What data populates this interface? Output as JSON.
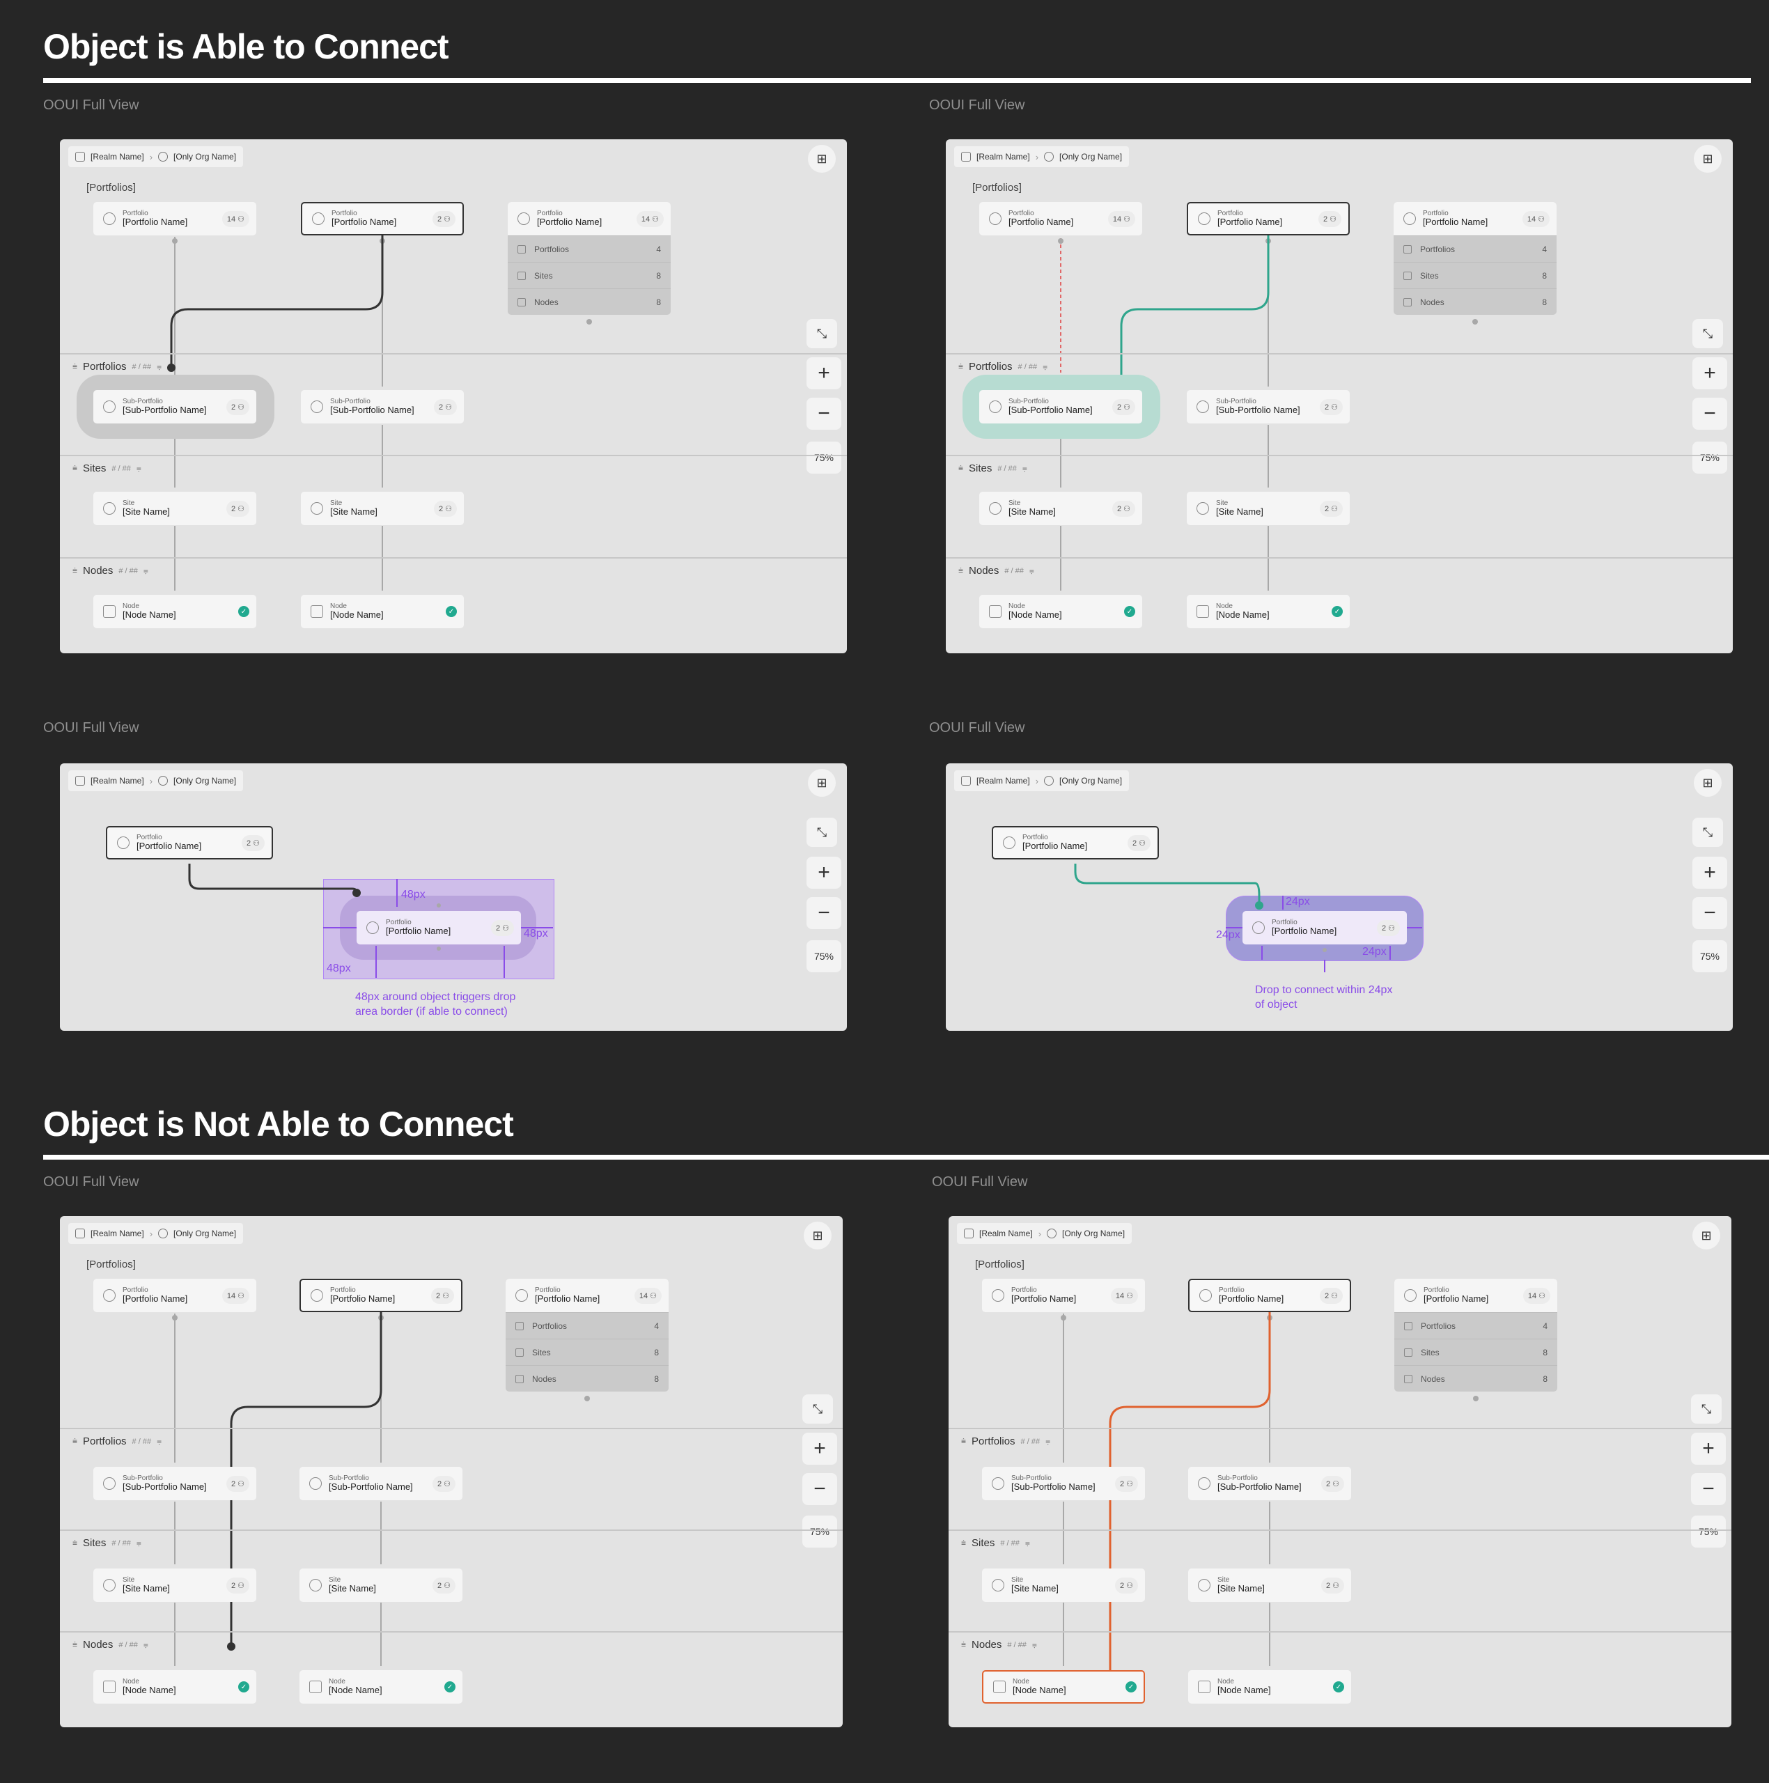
{
  "sections": {
    "able": "Object is Able to Connect",
    "notable": "Object is Not Able to Connect"
  },
  "view_label": "OOUI Full View",
  "breadcrumb": {
    "realm": "[Realm Name]",
    "org": "[Only Org Name]"
  },
  "zoom": "75%",
  "group_label": "[Portfolios]",
  "lanes": {
    "portfolios": "Portfolios",
    "sites": "Sites",
    "nodes": "Nodes",
    "meta": "# / ##"
  },
  "cards": {
    "portfolio_kind": "Portfolio",
    "portfolio_name": "[Portfolio Name]",
    "subportfolio_kind": "Sub-Portfolio",
    "subportfolio_name": "[Sub-Portfolio Name]",
    "site_kind": "Site",
    "site_name": "[Site Name]",
    "node_kind": "Node",
    "node_name": "[Node Name]",
    "count14": "14",
    "count2": "2"
  },
  "expanded": {
    "rows": [
      {
        "label": "Portfolios",
        "value": "4"
      },
      {
        "label": "Sites",
        "value": "8"
      },
      {
        "label": "Nodes",
        "value": "8"
      }
    ]
  },
  "annotations": {
    "px48": "48px",
    "px24": "24px",
    "drop_48": "48px around object triggers drop area border (if able to connect)",
    "drop_24": "Drop to connect within 24px of object"
  },
  "colors": {
    "background": "#262626",
    "frame": "#e3e3e3",
    "link_default": "#333333",
    "link_valid": "#2fa58c",
    "link_invalid": "#e0622f",
    "annotation": "#8a4ce8",
    "status_ok": "#20a98f"
  },
  "icons": [
    "realm-icon",
    "org-icon",
    "collapse-icon",
    "plus-icon",
    "minus-icon",
    "filter-icon",
    "check-icon",
    "cursor-icon"
  ]
}
